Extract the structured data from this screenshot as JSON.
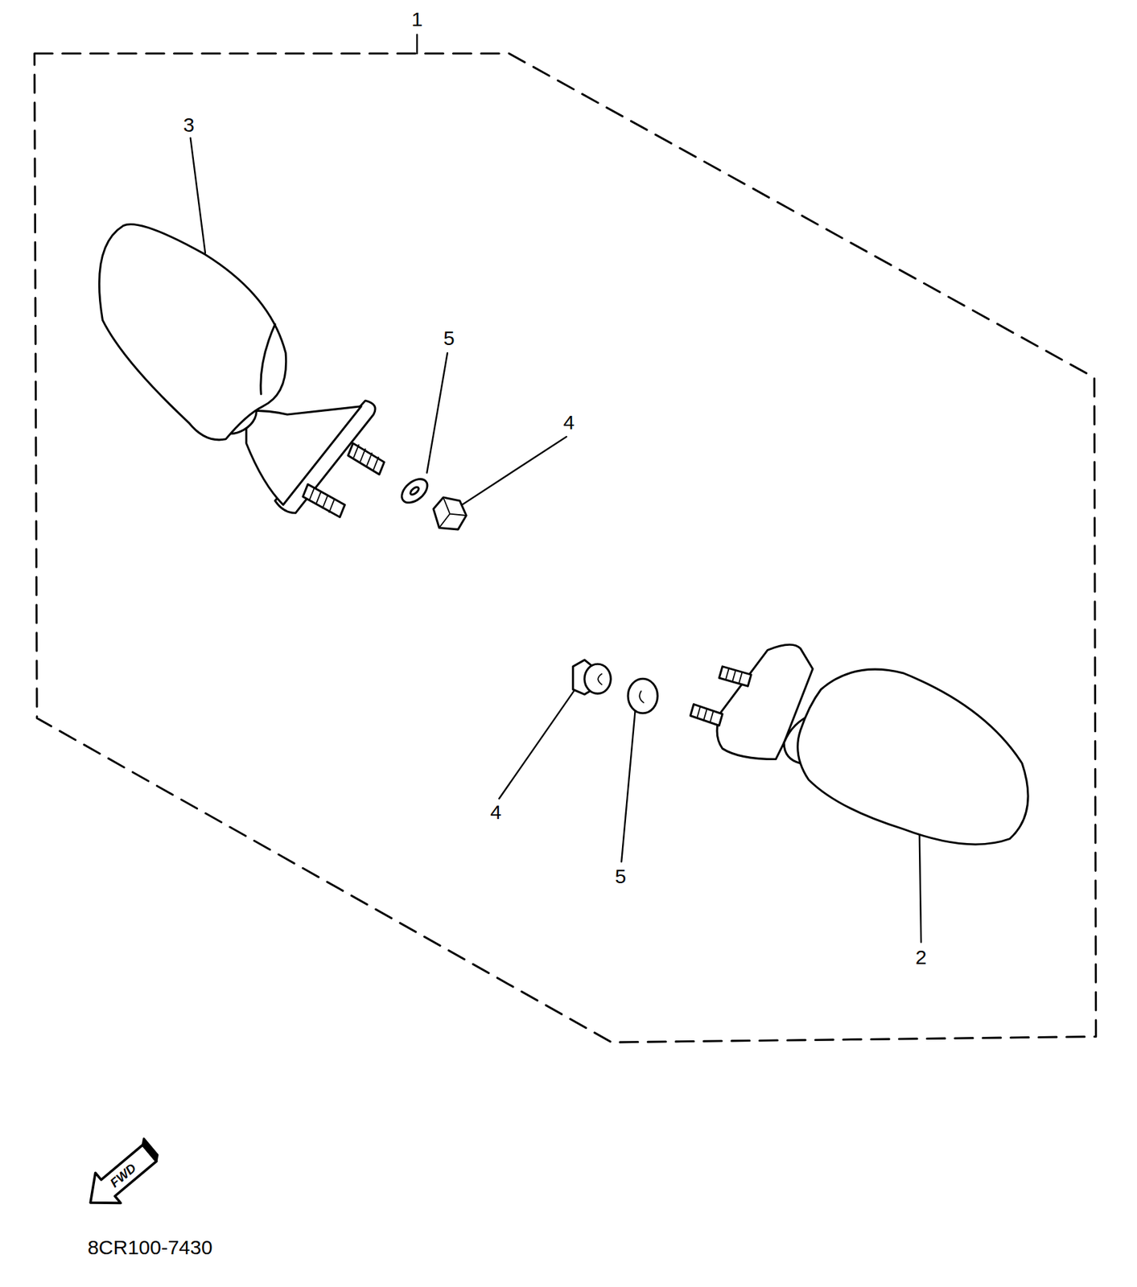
{
  "diagram": {
    "labels": [
      "1",
      "3",
      "5",
      "4",
      "4",
      "5",
      "2",
      "FWD",
      "8CR100-7430"
    ]
  }
}
